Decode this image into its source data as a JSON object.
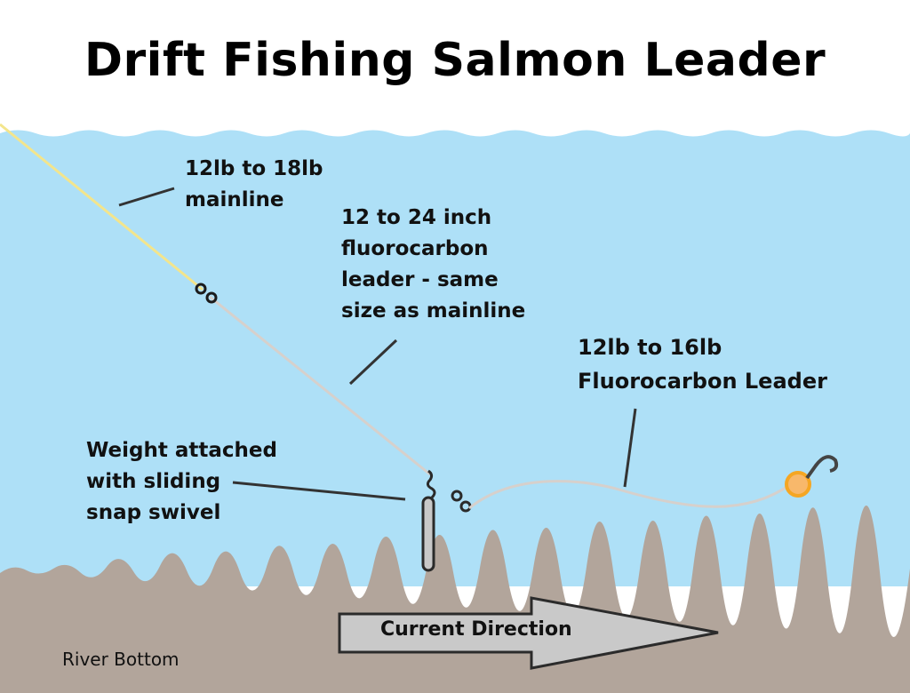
{
  "title": "Drift Fishing Salmon Leader",
  "labels": {
    "mainline": [
      "12lb to 18lb",
      "mainline"
    ],
    "fluoro_leader_short": [
      "12 to 24 inch",
      "fluorocarbon",
      "leader - same",
      "size as mainline"
    ],
    "fluoro_leader_long": [
      "12lb to 16lb",
      "Fluorocarbon Leader"
    ],
    "weight": [
      "Weight attached",
      "with sliding",
      "snap swivel"
    ]
  },
  "current_direction": "Current Direction",
  "river_bottom": "River Bottom",
  "colors": {
    "water": "#aee0f7",
    "sky": "#ffffff",
    "riverbed": "#b2a59b",
    "mainline": "#f3e58c",
    "leader": "#d6d0cc",
    "arrow_fill": "#c9c9c9",
    "lure": "#f5a623",
    "text": "#111111"
  }
}
